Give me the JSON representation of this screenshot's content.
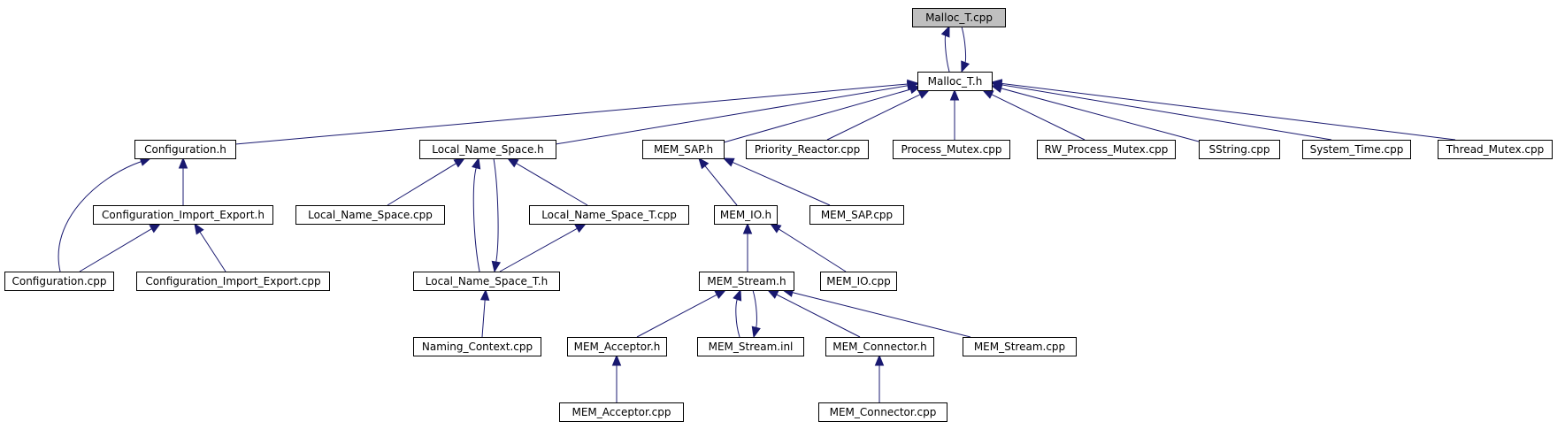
{
  "colors": {
    "edge": "#191970",
    "root_fill": "#bfbfbf",
    "node_fill": "#ffffff",
    "border": "#000000"
  },
  "nodes": [
    {
      "id": "malloc_t_cpp",
      "label": "Malloc_T.cpp",
      "root": true
    },
    {
      "id": "malloc_t_h",
      "label": "Malloc_T.h"
    },
    {
      "id": "configuration_h",
      "label": "Configuration.h"
    },
    {
      "id": "local_name_space_h",
      "label": "Local_Name_Space.h"
    },
    {
      "id": "mem_sap_h",
      "label": "MEM_SAP.h"
    },
    {
      "id": "priority_reactor_cpp",
      "label": "Priority_Reactor.cpp"
    },
    {
      "id": "process_mutex_cpp",
      "label": "Process_Mutex.cpp"
    },
    {
      "id": "rw_process_mutex_cpp",
      "label": "RW_Process_Mutex.cpp"
    },
    {
      "id": "sstring_cpp",
      "label": "SString.cpp"
    },
    {
      "id": "system_time_cpp",
      "label": "System_Time.cpp"
    },
    {
      "id": "thread_mutex_cpp",
      "label": "Thread_Mutex.cpp"
    },
    {
      "id": "configuration_import_export_h",
      "label": "Configuration_Import_Export.h"
    },
    {
      "id": "local_name_space_cpp",
      "label": "Local_Name_Space.cpp"
    },
    {
      "id": "local_name_space_t_cpp",
      "label": "Local_Name_Space_T.cpp"
    },
    {
      "id": "mem_io_h",
      "label": "MEM_IO.h"
    },
    {
      "id": "mem_sap_cpp",
      "label": "MEM_SAP.cpp"
    },
    {
      "id": "configuration_cpp",
      "label": "Configuration.cpp"
    },
    {
      "id": "configuration_import_export_cpp",
      "label": "Configuration_Import_Export.cpp"
    },
    {
      "id": "local_name_space_t_h",
      "label": "Local_Name_Space_T.h"
    },
    {
      "id": "mem_stream_h",
      "label": "MEM_Stream.h"
    },
    {
      "id": "mem_io_cpp",
      "label": "MEM_IO.cpp"
    },
    {
      "id": "naming_context_cpp",
      "label": "Naming_Context.cpp"
    },
    {
      "id": "mem_acceptor_h",
      "label": "MEM_Acceptor.h"
    },
    {
      "id": "mem_stream_inl",
      "label": "MEM_Stream.inl"
    },
    {
      "id": "mem_connector_h",
      "label": "MEM_Connector.h"
    },
    {
      "id": "mem_stream_cpp",
      "label": "MEM_Stream.cpp"
    },
    {
      "id": "mem_acceptor_cpp",
      "label": "MEM_Acceptor.cpp"
    },
    {
      "id": "mem_connector_cpp",
      "label": "MEM_Connector.cpp"
    }
  ],
  "edges": [
    {
      "from": "malloc_t_h",
      "to": "malloc_t_cpp"
    },
    {
      "from": "malloc_t_cpp",
      "to": "malloc_t_h"
    },
    {
      "from": "configuration_h",
      "to": "malloc_t_h"
    },
    {
      "from": "local_name_space_h",
      "to": "malloc_t_h"
    },
    {
      "from": "mem_sap_h",
      "to": "malloc_t_h"
    },
    {
      "from": "priority_reactor_cpp",
      "to": "malloc_t_h"
    },
    {
      "from": "process_mutex_cpp",
      "to": "malloc_t_h"
    },
    {
      "from": "rw_process_mutex_cpp",
      "to": "malloc_t_h"
    },
    {
      "from": "sstring_cpp",
      "to": "malloc_t_h"
    },
    {
      "from": "system_time_cpp",
      "to": "malloc_t_h"
    },
    {
      "from": "thread_mutex_cpp",
      "to": "malloc_t_h"
    },
    {
      "from": "configuration_import_export_h",
      "to": "configuration_h"
    },
    {
      "from": "configuration_cpp",
      "to": "configuration_h"
    },
    {
      "from": "configuration_cpp",
      "to": "configuration_import_export_h"
    },
    {
      "from": "configuration_import_export_cpp",
      "to": "configuration_import_export_h"
    },
    {
      "from": "local_name_space_cpp",
      "to": "local_name_space_h"
    },
    {
      "from": "local_name_space_t_h",
      "to": "local_name_space_h"
    },
    {
      "from": "local_name_space_h",
      "to": "local_name_space_t_h"
    },
    {
      "from": "local_name_space_t_cpp",
      "to": "local_name_space_h"
    },
    {
      "from": "local_name_space_t_h",
      "to": "local_name_space_t_cpp"
    },
    {
      "from": "naming_context_cpp",
      "to": "local_name_space_t_h"
    },
    {
      "from": "mem_io_h",
      "to": "mem_sap_h"
    },
    {
      "from": "mem_sap_cpp",
      "to": "mem_sap_h"
    },
    {
      "from": "mem_stream_h",
      "to": "mem_io_h"
    },
    {
      "from": "mem_io_cpp",
      "to": "mem_io_h"
    },
    {
      "from": "mem_acceptor_h",
      "to": "mem_stream_h"
    },
    {
      "from": "mem_stream_inl",
      "to": "mem_stream_h"
    },
    {
      "from": "mem_stream_h",
      "to": "mem_stream_inl"
    },
    {
      "from": "mem_connector_h",
      "to": "mem_stream_h"
    },
    {
      "from": "mem_stream_cpp",
      "to": "mem_stream_h"
    },
    {
      "from": "mem_acceptor_cpp",
      "to": "mem_acceptor_h"
    },
    {
      "from": "mem_connector_cpp",
      "to": "mem_connector_h"
    }
  ]
}
